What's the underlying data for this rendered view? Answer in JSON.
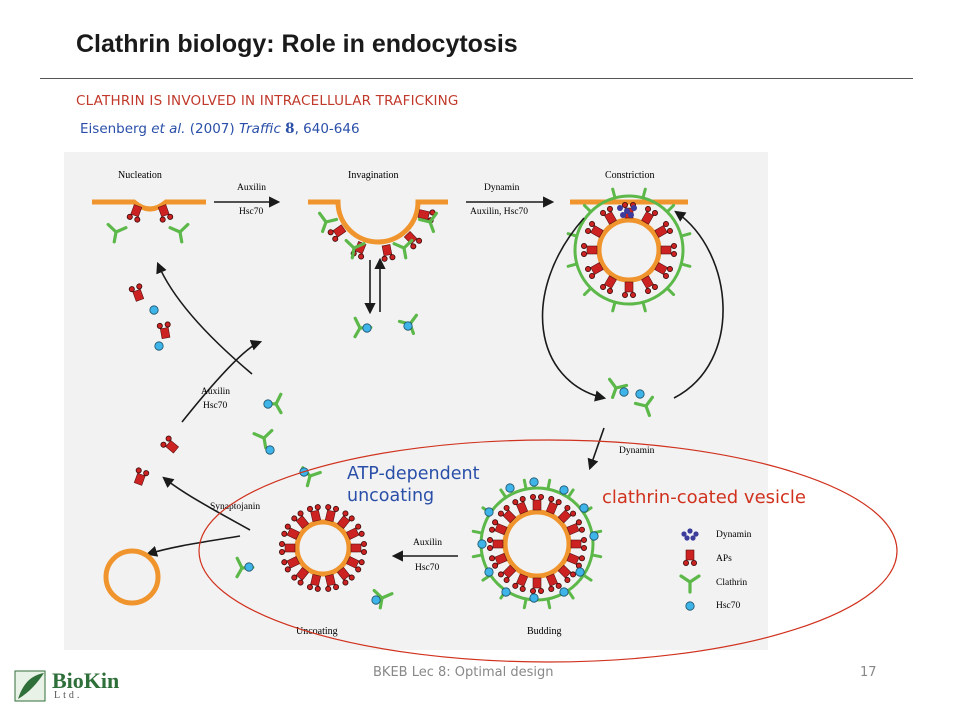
{
  "slide": {
    "title": "Clathrin biology: Role in endocytosis",
    "subtitle": "CLATHRIN IS INVOLVED IN INTRACELLULAR TRAFICKING",
    "citation": {
      "authors": "Eisenberg ",
      "etal": "et al.",
      "year": " (2007) ",
      "journal": "Traffic",
      "volume": "8",
      "pages": ", 640-646"
    },
    "footer": "BKEB Lec 8: Optimal design",
    "page_number": "17"
  },
  "figure": {
    "stages": {
      "nucleation": "Nucleation",
      "invagination": "Invagination",
      "constriction": "Constriction",
      "budding": "Budding",
      "uncoating": "Uncoating"
    },
    "arrow_labels": {
      "auxilin_1": "Auxilin",
      "hsc70_1": "Hsc70",
      "dynamin_1": "Dynamin",
      "auxilin_hsc70": "Auxilin, Hsc70",
      "auxilin_2": "Auxilin",
      "hsc70_2": "Hsc70",
      "dynamin_2": "Dynamin",
      "auxilin_3": "Auxilin",
      "hsc70_3": "Hsc70",
      "synaptojanin": "Synaptojanin"
    },
    "legend": {
      "dynamin": "Dynamin",
      "aps": "APs",
      "clathrin": "Clathrin",
      "hsc70": "Hsc70"
    },
    "colors": {
      "membrane": "#f0952e",
      "ap": "#cc2222",
      "clathrin": "#5db84a",
      "hsc70": "#3fb4e8",
      "dynamin": "#3c3c9c"
    }
  },
  "annotations": {
    "atp_line1": "ATP-dependent",
    "atp_line2": "uncoating",
    "vesicle": "clathrin-coated vesicle",
    "ellipse_color": "#d0321e"
  },
  "logo": {
    "name": "BioKin",
    "sub": "Ltd."
  }
}
